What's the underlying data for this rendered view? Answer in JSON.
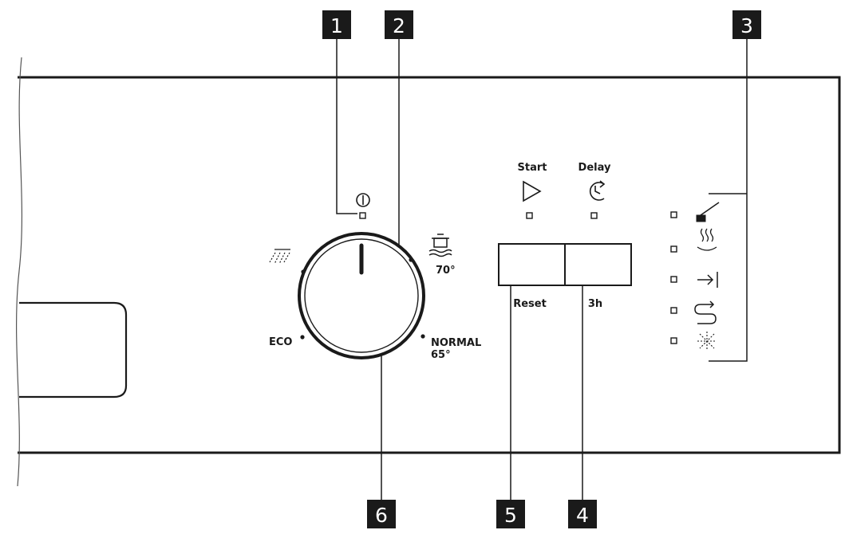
{
  "callouts": [
    "1",
    "2",
    "3",
    "4",
    "5",
    "6"
  ],
  "buttons": {
    "start": "Start",
    "delay": "Delay",
    "reset": "Reset",
    "hours": "3h"
  },
  "dial": {
    "eco": "ECO",
    "normal": "NORMAL",
    "normal_temp": "65°",
    "intensive_temp": "70°"
  },
  "indicators": [
    "brush-icon",
    "drying-icon",
    "end-arrow-icon",
    "rinse-icon",
    "salt-sparkle-icon"
  ]
}
